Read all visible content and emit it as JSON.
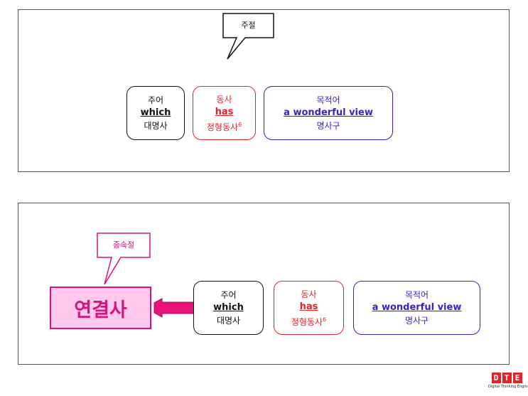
{
  "panel1": {
    "callout": "주절",
    "subject": {
      "role": "주어",
      "word": "which",
      "pos": "대명사"
    },
    "verb": {
      "role": "동사",
      "word": "has",
      "pos": "정형동사",
      "sup": "6"
    },
    "object": {
      "role": "목적어",
      "word": "a wonderful view",
      "pos": "명사구"
    }
  },
  "panel2": {
    "callout": "종속절",
    "connector": "연결사",
    "subject": {
      "role": "주어",
      "word": "which",
      "pos": "대명사"
    },
    "verb": {
      "role": "동사",
      "word": "has",
      "pos": "정형동사",
      "sup": "6"
    },
    "object": {
      "role": "목적어",
      "word": "a wonderful view",
      "pos": "명사구"
    }
  },
  "logo": {
    "letters": [
      "D",
      "T",
      "E"
    ],
    "subtitle": "Digital Thinking English"
  },
  "colors": {
    "red": "#e0242a",
    "blue": "#3a1fc8",
    "pink": "#d6157a",
    "pink_fill": "#ffc9ee"
  }
}
